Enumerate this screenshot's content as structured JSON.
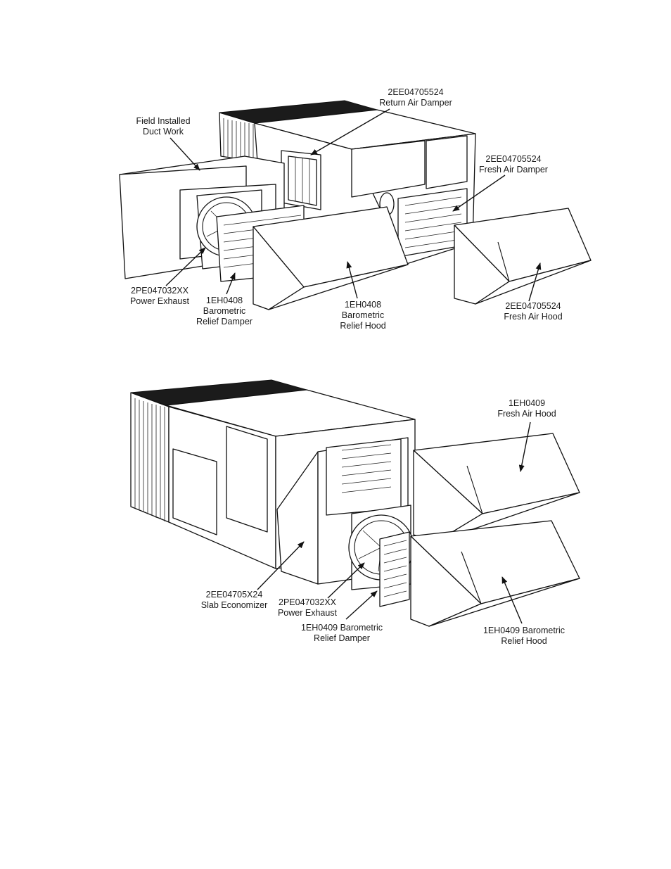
{
  "figure1": {
    "labels": {
      "return_damper": [
        "2EE04705524",
        "Return Air Damper"
      ],
      "duct_work": [
        "Field Installed",
        "Duct Work"
      ],
      "fresh_damper": [
        "2EE04705524",
        "Fresh Air Damper"
      ],
      "power_exhaust": [
        "2PE047032XX",
        "Power Exhaust"
      ],
      "relief_damper": [
        "1EH0408",
        "Barometric",
        "Relief Damper"
      ],
      "relief_hood": [
        "1EH0408",
        "Barometric",
        "Relief Hood"
      ],
      "fresh_hood": [
        "2EE04705524",
        "Fresh Air Hood"
      ]
    }
  },
  "figure2": {
    "labels": {
      "fresh_hood": [
        "1EH0409",
        "Fresh Air Hood"
      ],
      "slab_economizer": [
        "2EE04705X24",
        "Slab Economizer"
      ],
      "power_exhaust": [
        "2PE047032XX",
        "Power Exhaust"
      ],
      "relief_damper": [
        "1EH0409 Barometric",
        "Relief Damper"
      ],
      "relief_hood": [
        "1EH0409 Barometric",
        "Relief Hood"
      ]
    }
  }
}
